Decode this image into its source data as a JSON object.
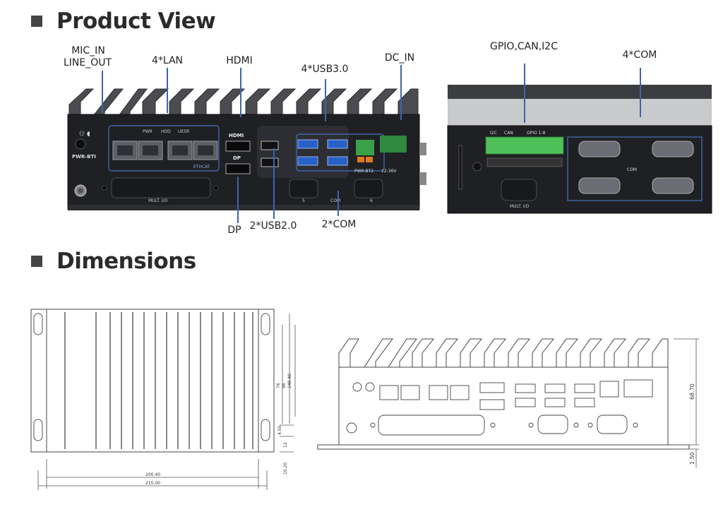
{
  "sections": {
    "product_view": "Product View",
    "dimensions": "Dimensions"
  },
  "front_callouts": {
    "mic_in": "MIC_IN",
    "line_out": "LINE_OUT",
    "lan": "4*LAN",
    "hdmi": "HDMI",
    "usb3": "4*USB3.0",
    "dc_in": "DC_IN",
    "dp": "DP",
    "usb2": "2*USB2.0",
    "com2": "2*COM"
  },
  "rear_callouts": {
    "gpio": "GPIO,CAN,I2C",
    "com4": "4*COM"
  },
  "front_panel": {
    "pwr_btn": "PWR-BTI",
    "pwr": "PWR",
    "hdd": "HDD",
    "user": "UESR",
    "hdmi": "HDMI",
    "dp": "DP",
    "ethcat": "ETHCAT",
    "pwr_bt2": "PWR-BT2",
    "voltage": "12-36V",
    "multi_io": "MULT. I/O",
    "com": "COM",
    "com_5": "5",
    "com_6": "6"
  },
  "rear_panel": {
    "i2c": "I2C",
    "can": "CAN",
    "gpio": "GPIO 1-8",
    "multi_io": "MULT. I/O",
    "com": "COM"
  },
  "dimensions": {
    "width_inner": "200.40",
    "width_total": "215.00",
    "d1": "140.40",
    "d2": "96",
    "d3": "76",
    "d4": "4.50",
    "d5": "12",
    "d6": "10.20",
    "height": "68.70",
    "base": "1.50"
  }
}
